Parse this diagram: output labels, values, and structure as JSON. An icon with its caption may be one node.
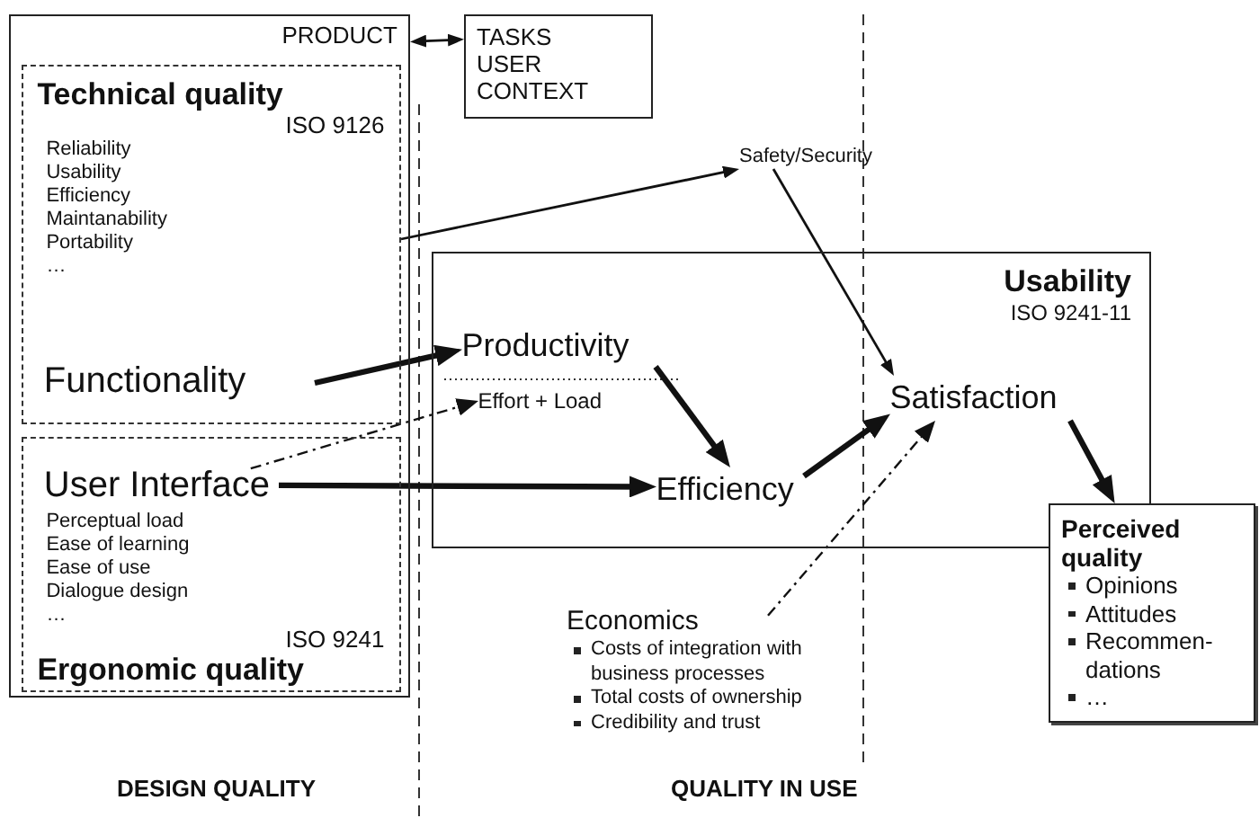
{
  "diagram": {
    "nodes": [
      {
        "text": [
          "PRODUCT"
        ]
      },
      {
        "text": [
          "Technical quality",
          "ISO 9126",
          "Reliability",
          "Usability",
          "Efficiency",
          "Maintanability",
          "Portability",
          "…"
        ],
        "in": 0
      },
      {
        "text": [
          "Functionality"
        ],
        "in": 1
      },
      {
        "text": [
          "TASKS USER CONTEXT"
        ]
      },
      {
        "text": [
          "Perceptual load",
          "Ease of learning",
          "Ease of use",
          "Dialogue design",
          "…",
          "ISO 9241",
          "Ergonomic quality"
        ],
        "in": 0
      },
      {
        "text": [
          "User Interface"
        ],
        "in": 4
      },
      {
        "text": [
          "Safety/Security"
        ]
      },
      {
        "text": [
          "Usability",
          "ISO 9241-11"
        ]
      },
      {
        "text": [
          "Productivity"
        ],
        "in": 7
      },
      {
        "text": [
          "Effort + Load"
        ],
        "in": 7
      },
      {
        "text": [
          "Efficiency"
        ],
        "in": 7
      },
      {
        "text": [
          "Satisfaction"
        ],
        "in": 7
      },
      {
        "text": [
          "Economics",
          "Costs of integration with business processes",
          "Total costs of ownership",
          "Credibility and trust"
        ]
      },
      {
        "text": [
          "Perceived quality",
          "Opinions",
          "Attitudes",
          "Recommen- dations",
          "…"
        ]
      }
    ],
    "edges": [
      {
        "from": 0,
        "to": 3,
        "arrow": "both"
      },
      {
        "from": 1,
        "to": 6,
        "arrow": "to"
      },
      {
        "from": 6,
        "to": 11,
        "arrow": "to"
      },
      {
        "from": 2,
        "to": 8,
        "arrow": "to",
        "style": "thick"
      },
      {
        "from": 5,
        "to": 9,
        "arrow": "to",
        "style": "dashed"
      },
      {
        "from": 5,
        "to": 10,
        "arrow": "to",
        "style": "thick"
      },
      {
        "from": 8,
        "to": 10,
        "arrow": "to",
        "style": "thick"
      },
      {
        "from": 10,
        "to": 11,
        "arrow": "to",
        "style": "thick"
      },
      {
        "from": 12,
        "to": 11,
        "arrow": "to",
        "style": "dashed"
      },
      {
        "from": 11,
        "to": 13,
        "arrow": "to",
        "style": "thick"
      }
    ],
    "labels": [
      "DESIGN QUALITY",
      "QUALITY IN USE"
    ]
  }
}
